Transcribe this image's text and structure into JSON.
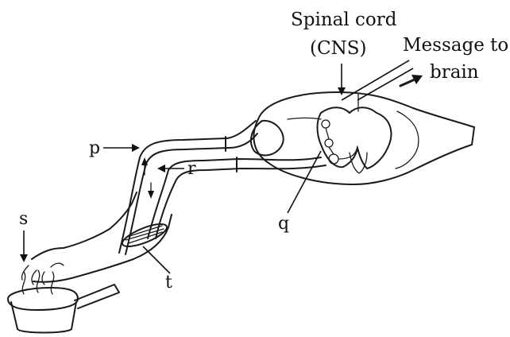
{
  "labels": {
    "spinal_cord": "Spinal cord",
    "cns": "(CNS)",
    "message_to": "Message to",
    "brain": "brain",
    "p": "p",
    "q": "q",
    "r": "r",
    "s": "s",
    "t": "t"
  },
  "colors": {
    "line": "#1a1a1a",
    "background": "#ffffff"
  }
}
